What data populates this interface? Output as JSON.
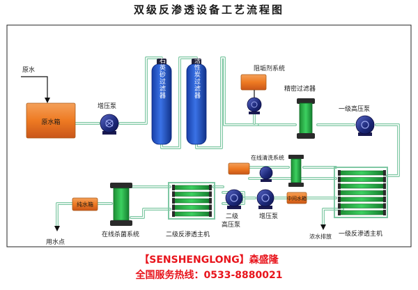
{
  "title": "双级反渗透设备工艺流程图",
  "labels": {
    "raw_water": "原水",
    "raw_tank": "原水箱",
    "booster_pump_1": "增压泵",
    "quartz_filter": "石英砂过滤器",
    "carbon_filter": "活性炭过滤器",
    "antiscalant": "阻垢剂系统",
    "precision_filter": "精密过滤器",
    "hp_pump_1": "一级高压泵",
    "cip_system": "在线清洗系统",
    "mid_tank": "中间水箱",
    "booster_pump_2": "增压泵",
    "hp_pump_2_line1": "二级",
    "hp_pump_2_line2": "高压泵",
    "ro1": "一级反渗透主机",
    "brine": "浓水排放",
    "ro2": "二级反渗透主机",
    "sterilize": "在线杀菌系统",
    "pure_tank": "纯水箱",
    "use_point": "用水点"
  },
  "footer": {
    "brand": "【SENSHENGLONG】森盛隆",
    "hotline": "全国服务热线：0533-8880021"
  },
  "colors": {
    "pipe": "#7fc8a4",
    "tank": "#f07a20",
    "pump": "#1e2a78",
    "filter": "#1e4fc0",
    "membrane": "#2eb84a",
    "footer_red": "#e8141c"
  }
}
